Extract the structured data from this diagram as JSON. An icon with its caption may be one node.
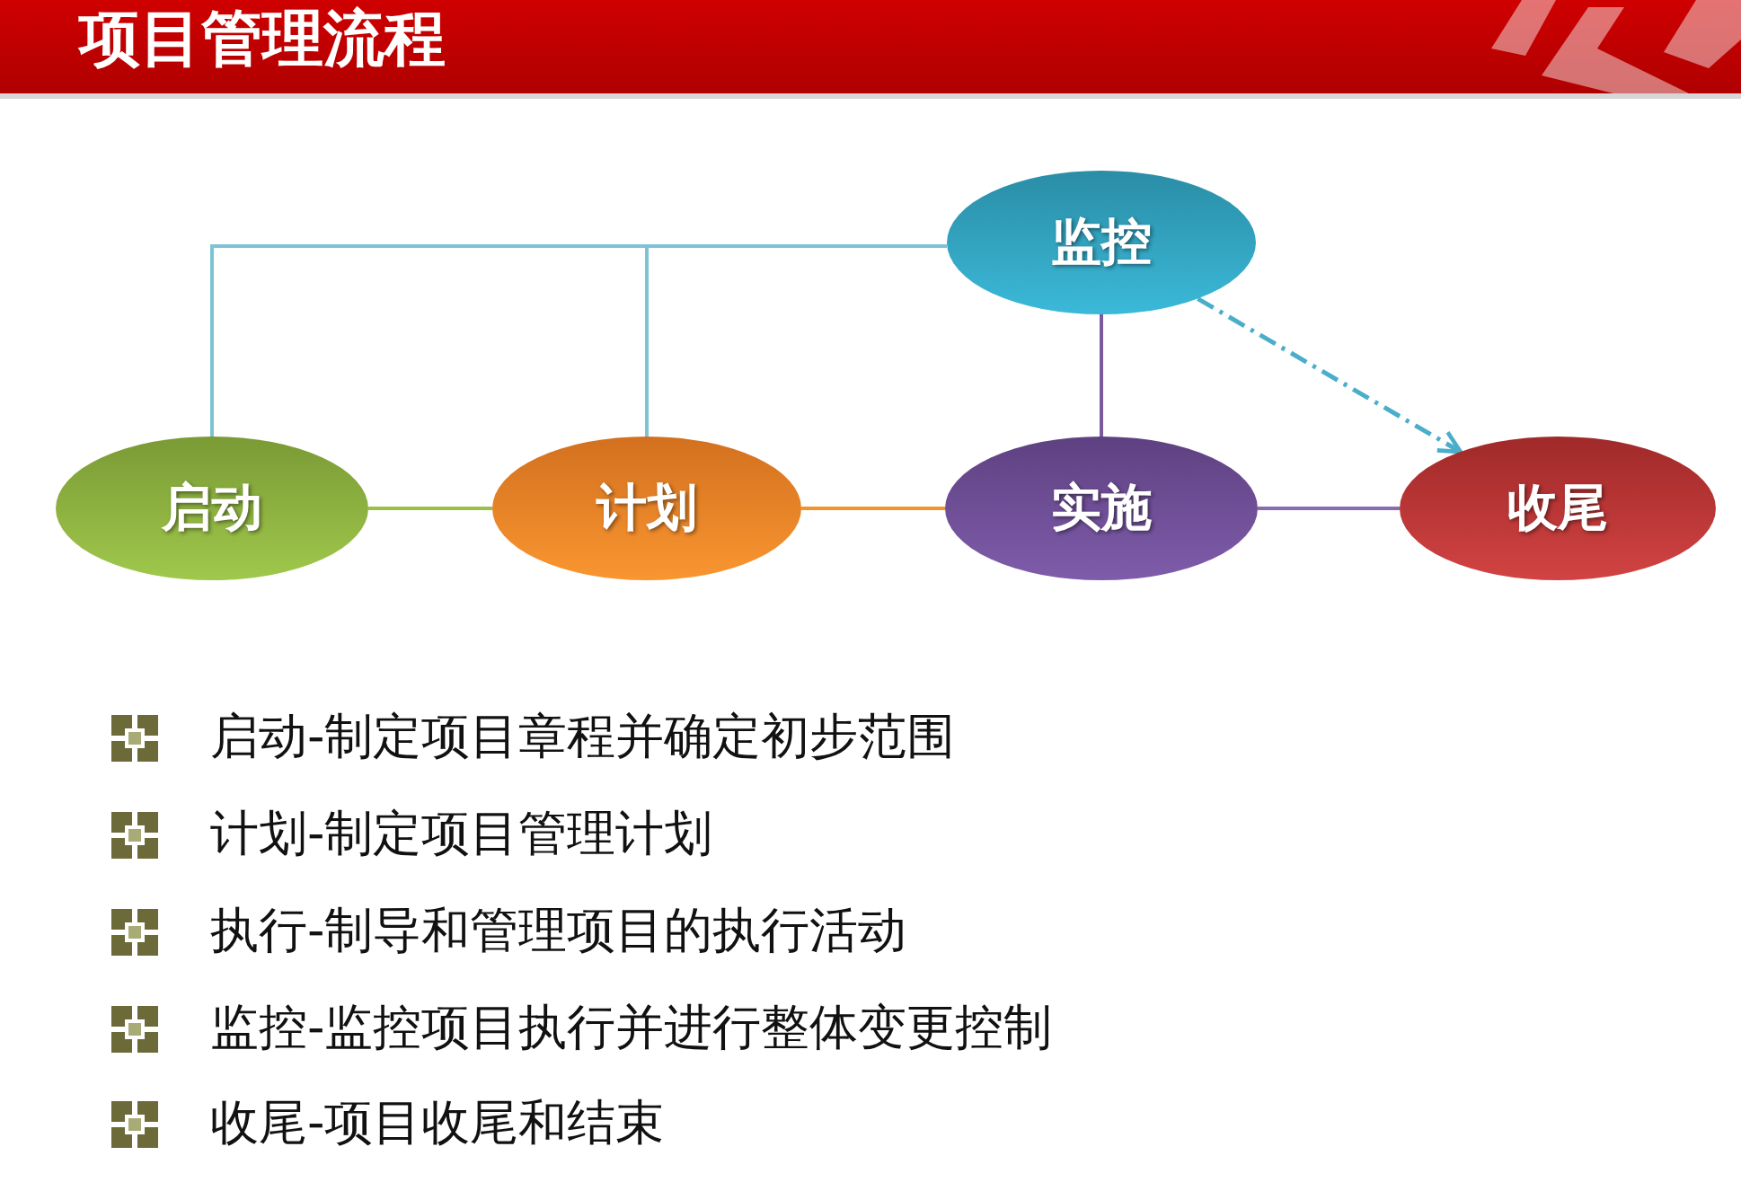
{
  "diagram": {
    "title": "项目管理流程",
    "nodes": [
      {
        "text": [
          "监控"
        ]
      },
      {
        "text": [
          "启动"
        ]
      },
      {
        "text": [
          "计划"
        ]
      },
      {
        "text": [
          "实施"
        ]
      },
      {
        "text": [
          "收尾"
        ]
      }
    ],
    "edges": [
      {
        "from": 0,
        "to": 1,
        "arrow": "none",
        "color": "#7cc3d5"
      },
      {
        "from": 0,
        "to": 2,
        "arrow": "none",
        "color": "#7cc3d5"
      },
      {
        "from": 0,
        "to": 3,
        "arrow": "none",
        "color": "#7b5a9e"
      },
      {
        "from": 0,
        "to": 4,
        "arrow": "to",
        "style": "dashed",
        "color": "#4aaecb"
      },
      {
        "from": 1,
        "to": 2,
        "arrow": "none",
        "color": "#9bc04a"
      },
      {
        "from": 2,
        "to": 3,
        "arrow": "none",
        "color": "#f39330"
      },
      {
        "from": 3,
        "to": 4,
        "arrow": "none",
        "color": "#8a6ab0"
      }
    ],
    "labels": [
      "启动-制定项目章程并确定初步范围",
      "计划-制定项目管理计划",
      "执行-制导和管理项目的执行活动",
      "监控-监控项目执行并进行整体变更控制",
      "收尾-项目收尾和结束"
    ]
  }
}
